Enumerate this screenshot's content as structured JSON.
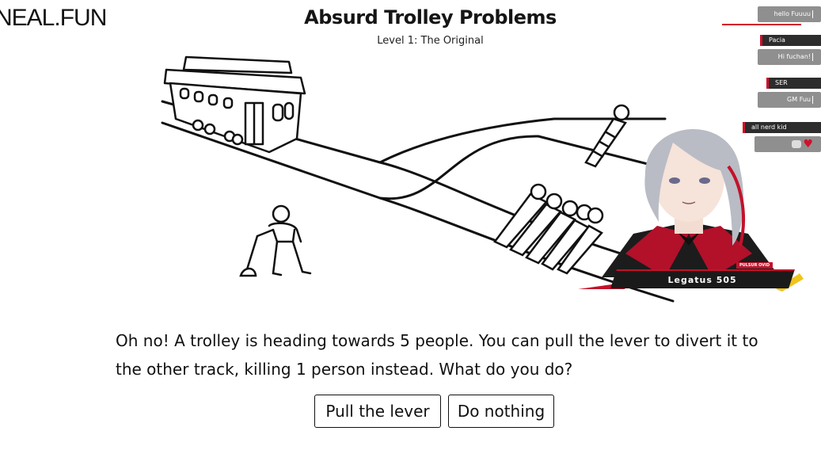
{
  "site": {
    "logo": "NEAL.FUN"
  },
  "header": {
    "title": "Absurd Trolley Problems",
    "level": "Level 1: The Original"
  },
  "prompt": {
    "line1": "Oh no! A trolley is heading towards 5 people. You can pull the lever to divert it to",
    "line2": "the other track, killing 1 person instead. What do you do?"
  },
  "choices": {
    "pull": "Pull the lever",
    "nothing": "Do nothing"
  },
  "chat": {
    "messages": [
      {
        "user": "",
        "text": "hello Fuuuu"
      },
      {
        "user": "Pacia",
        "text": "Hi fuchan!"
      },
      {
        "user": "SER",
        "text": "GM Fuu"
      },
      {
        "user": "all nerd kid",
        "text": ""
      }
    ],
    "accent": "#d0112b"
  },
  "stream_overlay": {
    "streamer_name": "Legatus 505",
    "tag": "PULSUR OVID"
  }
}
